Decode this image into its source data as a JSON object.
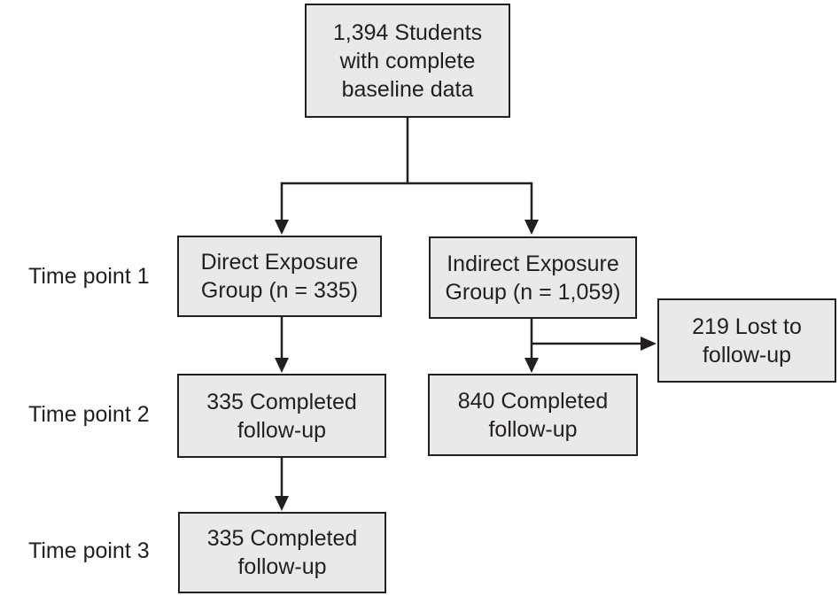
{
  "diagram": {
    "type": "flowchart",
    "colors": {
      "box_fill": "#e9e9e9",
      "box_border": "#231f20",
      "line": "#231f20",
      "text": "#231f20",
      "background": "#ffffff"
    },
    "row_labels": [
      {
        "label": "Time point 1"
      },
      {
        "label": "Time point 2"
      },
      {
        "label": "Time point 3"
      }
    ],
    "nodes": {
      "baseline": {
        "text": "1,394 Students\nwith complete\nbaseline data"
      },
      "direct_group": {
        "text": "Direct Exposure\nGroup (n = 335)"
      },
      "indirect_group": {
        "text": "Indirect Exposure\nGroup (n = 1,059)"
      },
      "lost_followup": {
        "text": "219 Lost to\nfollow-up"
      },
      "direct_tp2": {
        "text": "335 Completed\nfollow-up"
      },
      "indirect_tp2": {
        "text": "840 Completed\nfollow-up"
      },
      "direct_tp3": {
        "text": "335 Completed\nfollow-up"
      }
    },
    "edges": [
      {
        "from": "baseline",
        "to": "direct_group"
      },
      {
        "from": "baseline",
        "to": "indirect_group"
      },
      {
        "from": "direct_group",
        "to": "direct_tp2"
      },
      {
        "from": "indirect_group",
        "to": "indirect_tp2"
      },
      {
        "from": "indirect_group",
        "to": "lost_followup"
      },
      {
        "from": "direct_tp2",
        "to": "direct_tp3"
      }
    ]
  }
}
